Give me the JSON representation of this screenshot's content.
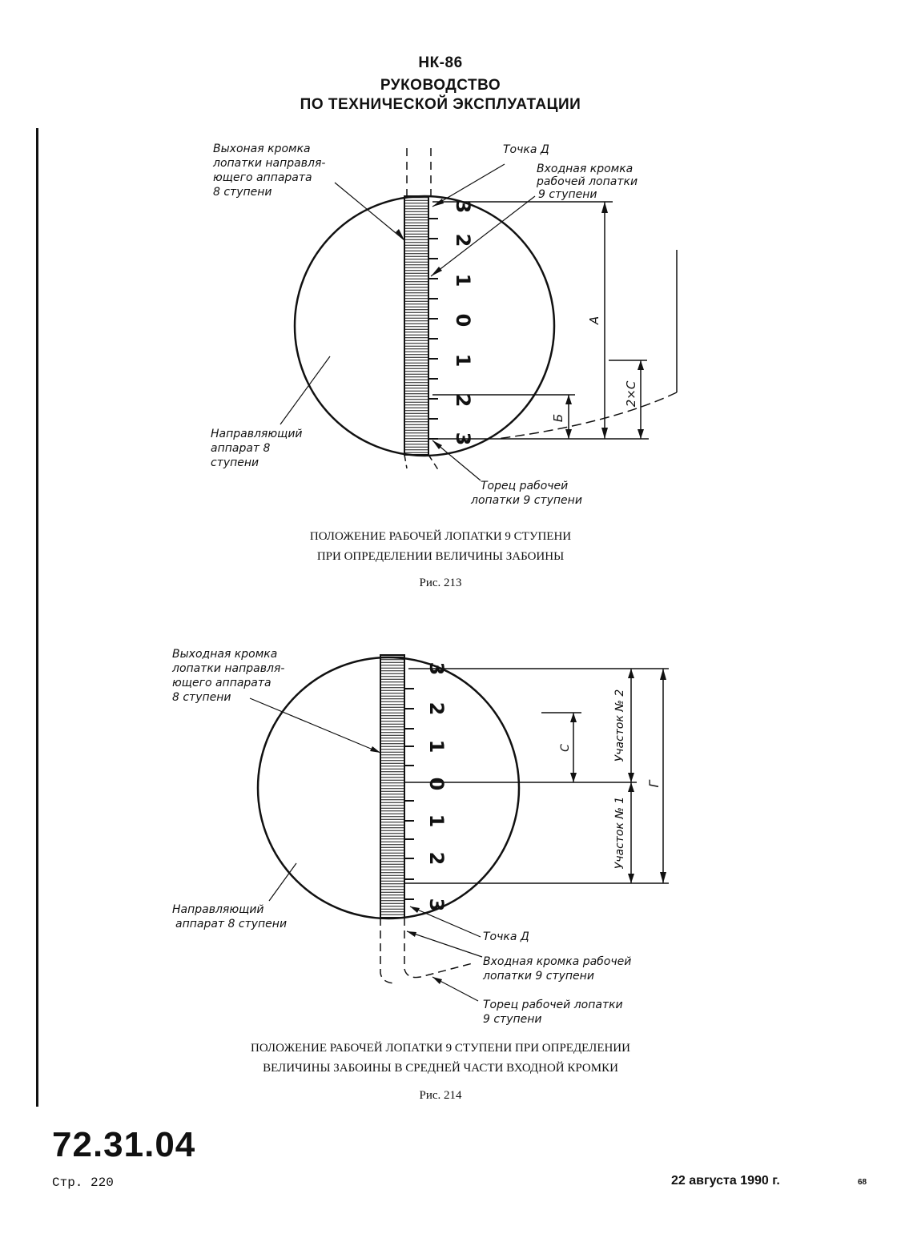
{
  "header": {
    "line1": "НК-86",
    "line2": "РУКОВОДСТВО",
    "line3": "ПО ТЕХНИЧЕСКОЙ ЭКСПЛУАТАЦИИ"
  },
  "fig213": {
    "label_outlet_edge": [
      "Выхоная кромка",
      "лопатки направля-",
      "ющего аппарата",
      "8 ступени"
    ],
    "label_point": "Точка Д",
    "label_inlet_edge": [
      "Входная кромка",
      "рабочей лопатки",
      "9 ступени"
    ],
    "label_guide": [
      "Направляющий",
      "аппарат 8",
      "ступени"
    ],
    "label_tip": [
      "Торец рабочей",
      "лопатки 9 ступени"
    ],
    "dim_a": "А",
    "dim_b": "Б",
    "dim_2c": "2×С",
    "scale_labels": [
      "3",
      "2",
      "1",
      "0",
      "1",
      "2",
      "3"
    ],
    "caption_line1": "ПОЛОЖЕНИЕ РАБОЧЕЙ ЛОПАТКИ 9 СТУПЕНИ",
    "caption_line2": "ПРИ ОПРЕДЕЛЕНИИ ВЕЛИЧИНЫ ЗАБОИНЫ",
    "number": "Рис. 213"
  },
  "fig214": {
    "label_outlet_edge": [
      "Выходная кромка",
      "лопатки направля-",
      "ющего аппарата",
      "8 ступени"
    ],
    "label_guide": [
      "Направляющий",
      "аппарат 8 ступени"
    ],
    "label_point": "Точка Д",
    "label_inlet_edge": [
      "Входная кромка рабочей",
      "лопатки 9 ступени"
    ],
    "label_tip": [
      "Торец рабочей лопатки",
      "9 ступени"
    ],
    "dim_c": "С",
    "dim_g": "Г",
    "section2": "Участок № 2",
    "section1": "Участок № 1",
    "scale_labels": [
      "3",
      "2",
      "1",
      "0",
      "1",
      "2",
      "3"
    ],
    "caption_line1": "ПОЛОЖЕНИЕ РАБОЧЕЙ ЛОПАТКИ 9 СТУПЕНИ ПРИ ОПРЕДЕЛЕНИИ",
    "caption_line2": "ВЕЛИЧИНЫ ЗАБОИНЫ В СРЕДНЕЙ ЧАСТИ ВХОДНОЙ КРОМКИ",
    "number": "Рис. 214"
  },
  "footer": {
    "section_code": "72.31.04",
    "page": "Стр. 220",
    "date": "22 августа 1990 г.",
    "mark": "68"
  }
}
